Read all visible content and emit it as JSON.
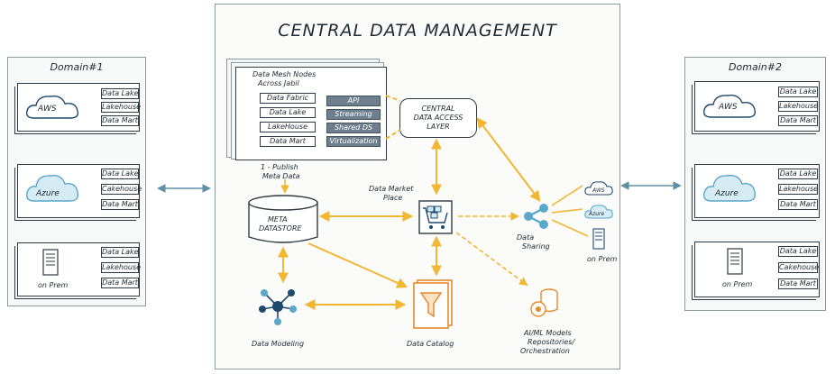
{
  "left_domain": {
    "title": "Domain#1",
    "sources": [
      {
        "name": "AWS",
        "type": "cloud",
        "tags": [
          "Data Lake",
          "Lakehouse",
          "Data Mart"
        ]
      },
      {
        "name": "Azure",
        "type": "cloud",
        "tags": [
          "Data Lake",
          "Cakehouse",
          "Data Mart"
        ]
      },
      {
        "name": "on Prem",
        "type": "server",
        "tags": [
          "Data Lake",
          "Lakehouse",
          "Data Mart"
        ]
      }
    ]
  },
  "right_domain": {
    "title": "Domain#2",
    "sources": [
      {
        "name": "AWS",
        "type": "cloud",
        "tags": [
          "Data Lake",
          "Lakehouse",
          "Data Mart"
        ]
      },
      {
        "name": "Azure",
        "type": "cloud",
        "tags": [
          "Data Lake",
          "Lakehouse",
          "Data Mart"
        ]
      },
      {
        "name": "on Prem",
        "type": "server",
        "tags": [
          "Data Lake",
          "Cakehouse",
          "Data Mart"
        ]
      }
    ]
  },
  "central": {
    "title": "CENTRAL DATA MANAGEMENT",
    "mesh": {
      "title_line1": "Data Mesh Nodes",
      "title_line2": "Across Jabil",
      "items": [
        "Data Fabric",
        "Data Lake",
        "LakeHouse",
        "Data Mart"
      ],
      "access_methods": [
        "API",
        "Streaming",
        "Shared DS",
        "Virtualization"
      ]
    },
    "access_layer": {
      "line1": "CENTRAL",
      "line2": "DATA ACCESS",
      "line3": "LAYER"
    },
    "publish_note": {
      "line1": "1 - Publish",
      "line2": "Meta Data"
    },
    "meta_store": {
      "line1": "META",
      "line2": "DATASTORE"
    },
    "marketplace": {
      "line1": "Data Market",
      "line2": "Place"
    },
    "sharing": {
      "line1": "Data",
      "line2": "Sharing"
    },
    "sharing_targets": [
      "AWS",
      "Azure",
      "on Prem"
    ],
    "modeling": "Data Modeling",
    "catalog": "Data Catalog",
    "aiml": {
      "line1": "AI/ML Models",
      "line2": "Repositories/",
      "line3": "Orchestration"
    }
  },
  "colors": {
    "arrow_yellow": "#f2b632",
    "arrow_blue": "#5e8fa6",
    "cloud_blue": "#5aa7c9",
    "orange": "#e58a2e",
    "navy": "#1f4a6e"
  }
}
